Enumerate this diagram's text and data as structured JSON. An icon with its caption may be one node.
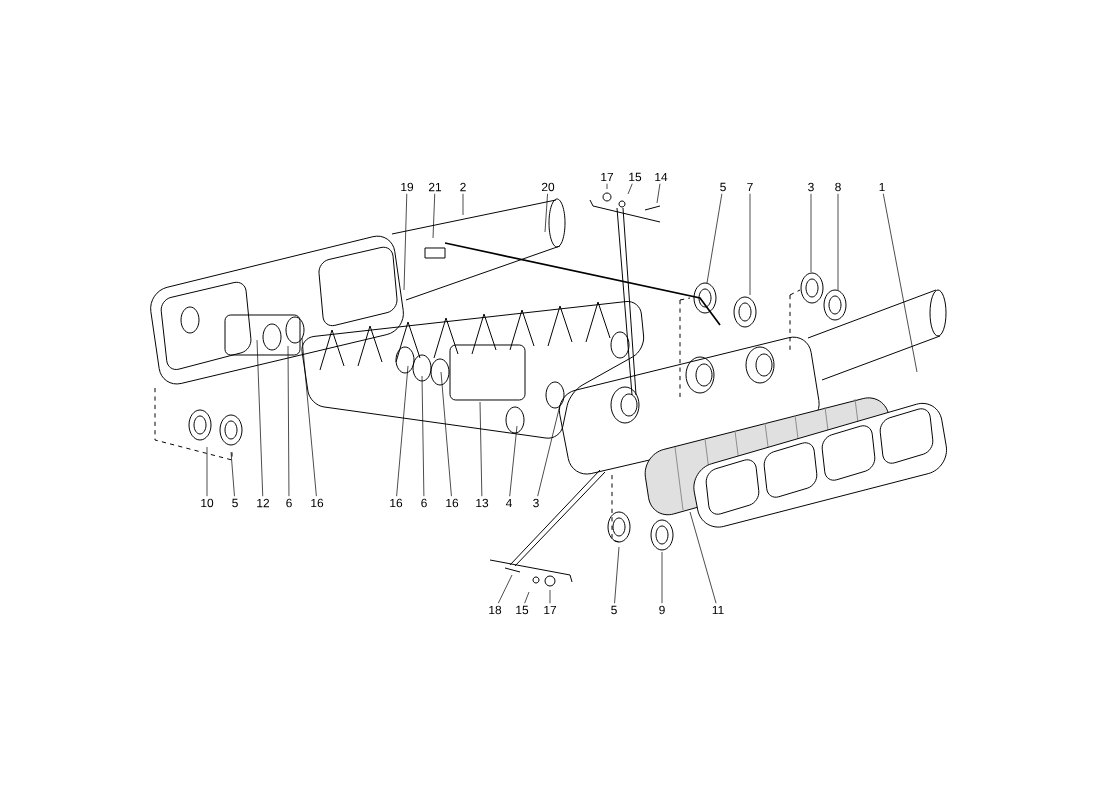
{
  "diagram": {
    "nodes": [
      {
        "text": [
          "19"
        ]
      },
      {
        "text": [
          "21"
        ]
      },
      {
        "text": [
          "2"
        ]
      },
      {
        "text": [
          "20"
        ]
      },
      {
        "text": [
          "17"
        ]
      },
      {
        "text": [
          "15"
        ]
      },
      {
        "text": [
          "14"
        ]
      },
      {
        "text": [
          "5"
        ]
      },
      {
        "text": [
          "7"
        ]
      },
      {
        "text": [
          "3"
        ]
      },
      {
        "text": [
          "8"
        ]
      },
      {
        "text": [
          "1"
        ]
      },
      {
        "text": [
          "10"
        ]
      },
      {
        "text": [
          "5"
        ]
      },
      {
        "text": [
          "12"
        ]
      },
      {
        "text": [
          "6"
        ]
      },
      {
        "text": [
          "16"
        ]
      },
      {
        "text": [
          "16"
        ]
      },
      {
        "text": [
          "6"
        ]
      },
      {
        "text": [
          "16"
        ]
      },
      {
        "text": [
          "13"
        ]
      },
      {
        "text": [
          "4"
        ]
      },
      {
        "text": [
          "3"
        ]
      },
      {
        "text": [
          "18"
        ]
      },
      {
        "text": [
          "15"
        ]
      },
      {
        "text": [
          "17"
        ]
      },
      {
        "text": [
          "5"
        ]
      },
      {
        "text": [
          "9"
        ]
      },
      {
        "text": [
          "11"
        ]
      }
    ],
    "edges": [
      {
        "from": 0,
        "to": null,
        "arrow": "none"
      },
      {
        "from": 1,
        "to": null,
        "arrow": "none"
      },
      {
        "from": 2,
        "to": null,
        "arrow": "none"
      },
      {
        "from": 3,
        "to": null,
        "arrow": "none"
      },
      {
        "from": 4,
        "to": null,
        "arrow": "none"
      },
      {
        "from": 5,
        "to": null,
        "arrow": "none"
      },
      {
        "from": 6,
        "to": null,
        "arrow": "none"
      },
      {
        "from": 7,
        "to": null,
        "arrow": "none"
      },
      {
        "from": 8,
        "to": null,
        "arrow": "none"
      },
      {
        "from": 9,
        "to": null,
        "arrow": "none"
      },
      {
        "from": 10,
        "to": null,
        "arrow": "none"
      },
      {
        "from": 11,
        "to": null,
        "arrow": "none"
      },
      {
        "from": 12,
        "to": null,
        "arrow": "none"
      },
      {
        "from": 13,
        "to": null,
        "arrow": "none"
      },
      {
        "from": 14,
        "to": null,
        "arrow": "none"
      },
      {
        "from": 15,
        "to": null,
        "arrow": "none"
      },
      {
        "from": 16,
        "to": null,
        "arrow": "none"
      },
      {
        "from": 17,
        "to": null,
        "arrow": "none"
      },
      {
        "from": 18,
        "to": null,
        "arrow": "none"
      },
      {
        "from": 19,
        "to": null,
        "arrow": "none"
      },
      {
        "from": 20,
        "to": null,
        "arrow": "none"
      },
      {
        "from": 21,
        "to": null,
        "arrow": "none"
      },
      {
        "from": 22,
        "to": null,
        "arrow": "none"
      },
      {
        "from": 23,
        "to": null,
        "arrow": "none"
      },
      {
        "from": 24,
        "to": null,
        "arrow": "none"
      },
      {
        "from": 25,
        "to": null,
        "arrow": "none"
      },
      {
        "from": 26,
        "to": null,
        "arrow": "none"
      },
      {
        "from": 27,
        "to": null,
        "arrow": "none"
      },
      {
        "from": 28,
        "to": null,
        "arrow": "none"
      }
    ]
  }
}
